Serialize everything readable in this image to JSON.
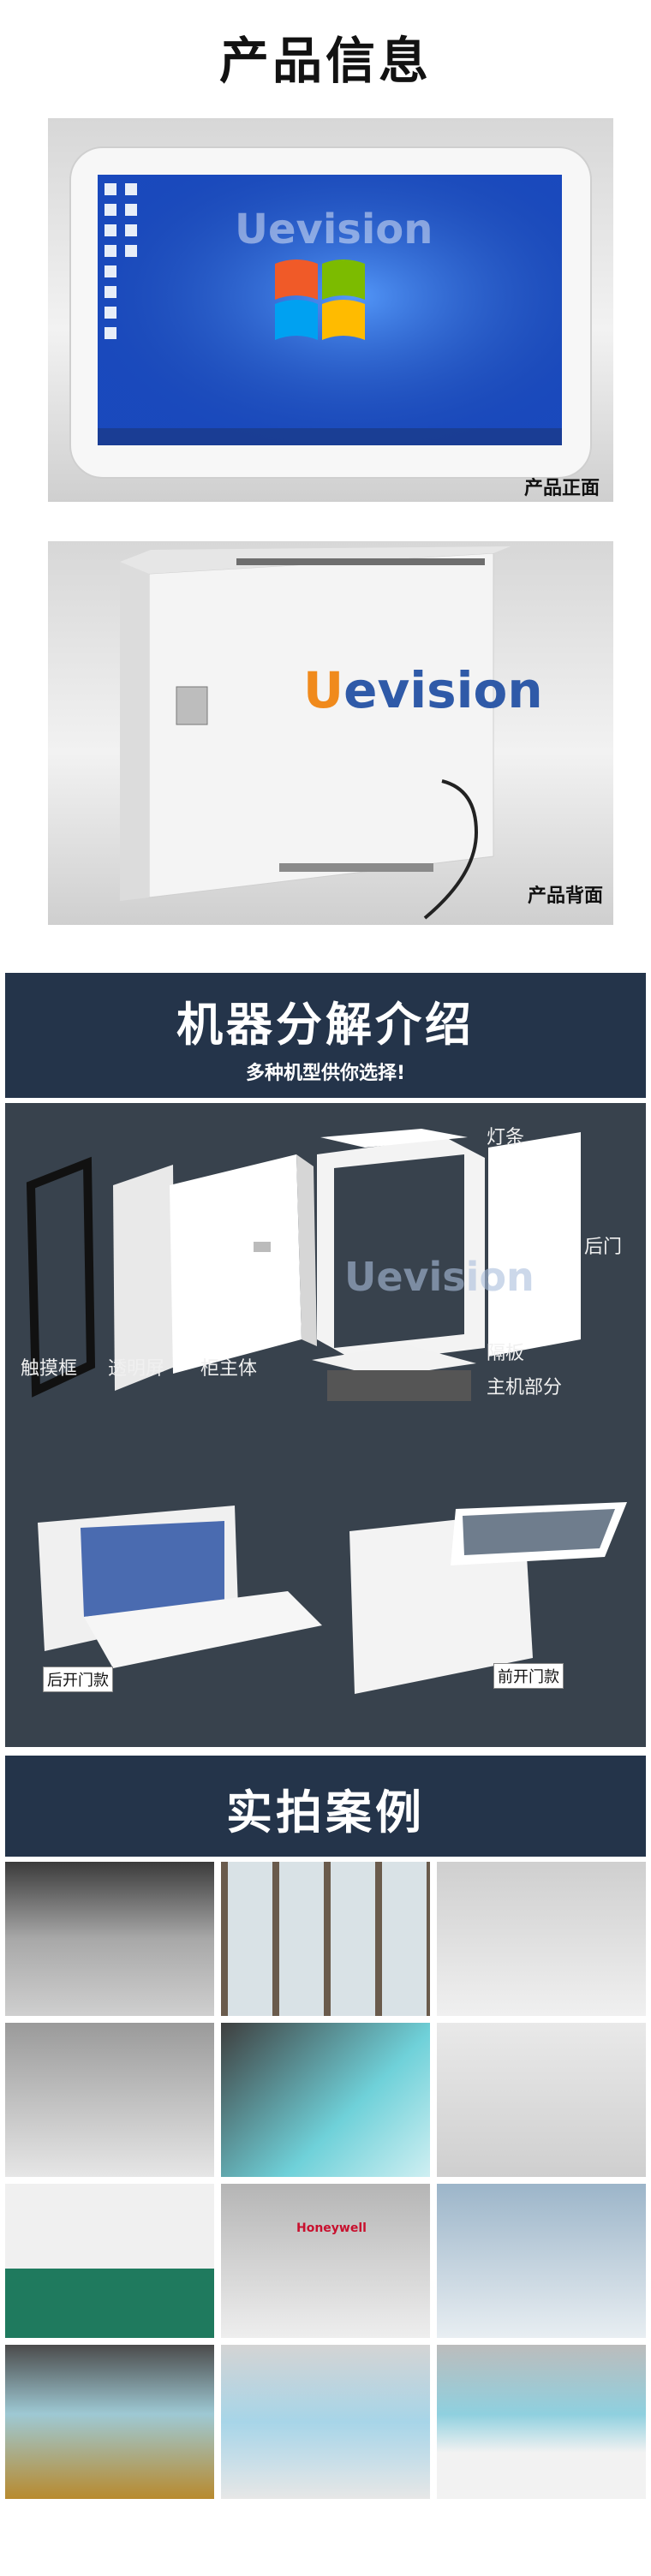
{
  "page": {
    "title": "产品信息",
    "brand": "Uevision",
    "caption_front": "产品正面",
    "caption_back": "产品背面"
  },
  "breakdown": {
    "title": "机器分解介绍",
    "subtitle": "多种机型供你选择!",
    "labels": {
      "light_strip": "灯条",
      "back_door": "后门",
      "touch_frame": "触摸框",
      "transparent_screen": "透明屏",
      "cabinet_body": "柜主体",
      "partition": "隔板",
      "host": "主机部分"
    },
    "variants": {
      "rear": "后开门款",
      "front": "前开门款"
    }
  },
  "cases": {
    "title": "实拍案例",
    "brand_tag": "Honeywell"
  },
  "colors": {
    "band": "#24344a",
    "dark_panel": "#38424d",
    "brand_blue": "#2f5aa8",
    "brand_orange": "#f08a1c"
  }
}
